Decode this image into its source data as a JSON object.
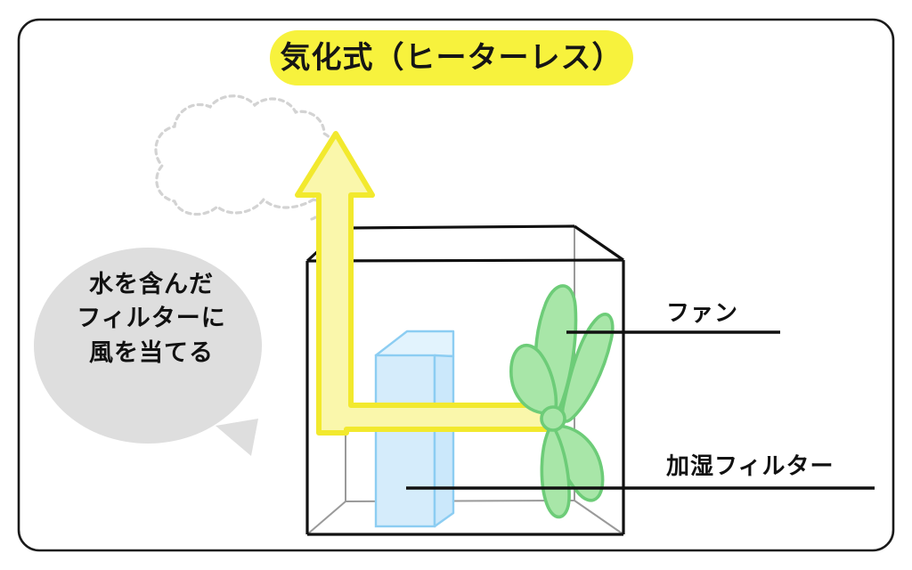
{
  "title": {
    "text": "気化式（ヒーターレス）",
    "background_color": "#f7f23d",
    "text_color": "#151515"
  },
  "speech_bubble": {
    "lines": [
      "水を含んだ",
      "フィルターに",
      "風を当てる"
    ],
    "background_color": "#dedede",
    "text_color": "#111111"
  },
  "callouts": [
    {
      "label": "ファン",
      "leader_color": "#111111"
    },
    {
      "label": "加湿フィルター",
      "leader_color": "#111111"
    }
  ],
  "diagram": {
    "frame": {
      "border_color": "#1a1a1a",
      "corner_radius": 22
    },
    "enclosure": {
      "name": "humidifier-housing",
      "front_edge_color": "#111111",
      "hidden_edge_color": "#9a9a9a"
    },
    "filter": {
      "name": "humidifying-filter",
      "fill_color": "#d5ecfb",
      "stroke_color": "#8ccdf2"
    },
    "fan": {
      "name": "fan-propeller",
      "fill_color": "#a8e6a8",
      "stroke_color": "#6dcc78",
      "blades": 5
    },
    "airflow_arrow": {
      "name": "airflow-arrow",
      "fill_color": "#faf7ab",
      "stroke_color": "#f2e92e",
      "direction": "right-to-left then upward out of housing"
    },
    "vapor_cloud": {
      "name": "vapor-cloud",
      "stroke_color": "#d3d3d3",
      "style": "dotted outline, no fill"
    }
  }
}
